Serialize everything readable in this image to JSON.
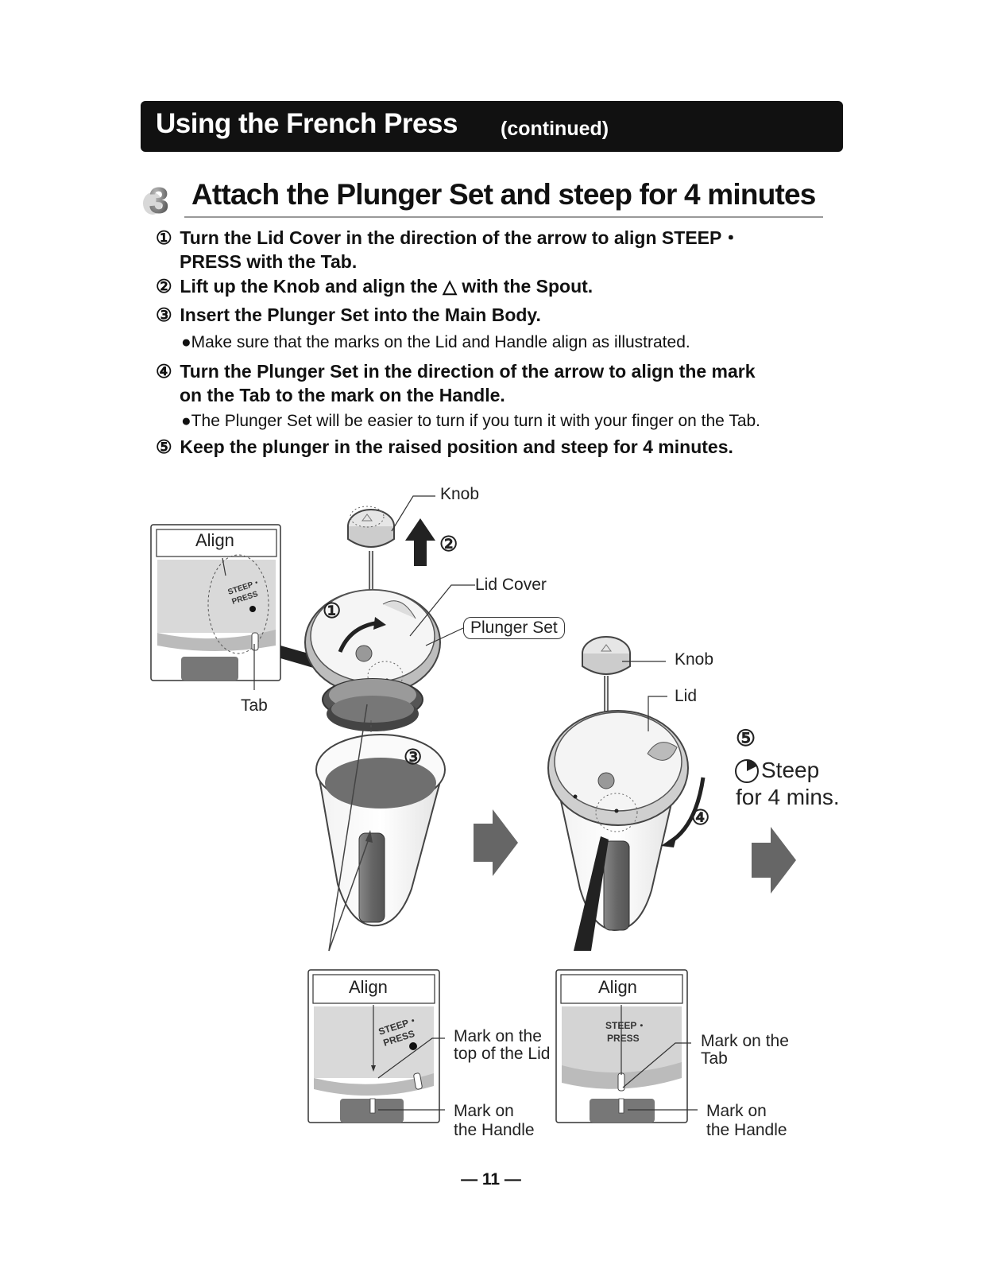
{
  "header": {
    "title": "Using the French Press",
    "subtitle": "(continued)"
  },
  "step": {
    "number": "3",
    "title": "Attach the Plunger Set and steep for 4 minutes"
  },
  "instructions": {
    "i1_num": "①",
    "i1_line1": "Turn the Lid Cover in the direction of the arrow to align STEEP・",
    "i1_line2": "PRESS with the Tab.",
    "i2_num": "②",
    "i2_text": "Lift up the Knob and align the △ with the Spout.",
    "i3_num": "③",
    "i3_text": "Insert the Plunger Set into the Main Body.",
    "i3_note": "●Make sure that the marks on the Lid and Handle align as illustrated.",
    "i4_num": "④",
    "i4_line1": "Turn the Plunger Set in the direction of the arrow to align the mark",
    "i4_line2": "on the Tab to the mark on the Handle.",
    "i4_note": "●The Plunger Set will be easier to turn if you turn it with your finger on the Tab.",
    "i5_num": "⑤",
    "i5_text": "Keep the plunger in the raised position and steep for 4 minutes."
  },
  "illustration": {
    "knob_top": "Knob",
    "circle2": "②",
    "lid_cover": "Lid Cover",
    "circle1": "①",
    "plunger_set": "Plunger Set",
    "align_left": "Align",
    "tab": "Tab",
    "circle3": "③",
    "knob_right": "Knob",
    "lid": "Lid",
    "circle5": "⑤",
    "steep": "Steep",
    "steep_time": "for 4 mins.",
    "circle4": "④",
    "align_mid": "Align",
    "align_right": "Align",
    "mark_lid_1": "Mark on the",
    "mark_lid_2": "top of the Lid",
    "mark_handle_1": "Mark on",
    "mark_handle_2": "the Handle",
    "mark_tab_1": "Mark on the",
    "mark_tab_2": "Tab",
    "mark_handle_r1": "Mark on",
    "mark_handle_r2": "the Handle",
    "steep_press_text1": "STEEP・",
    "steep_press_text2": "PRESS"
  },
  "footer": {
    "page": "— 11 —"
  }
}
